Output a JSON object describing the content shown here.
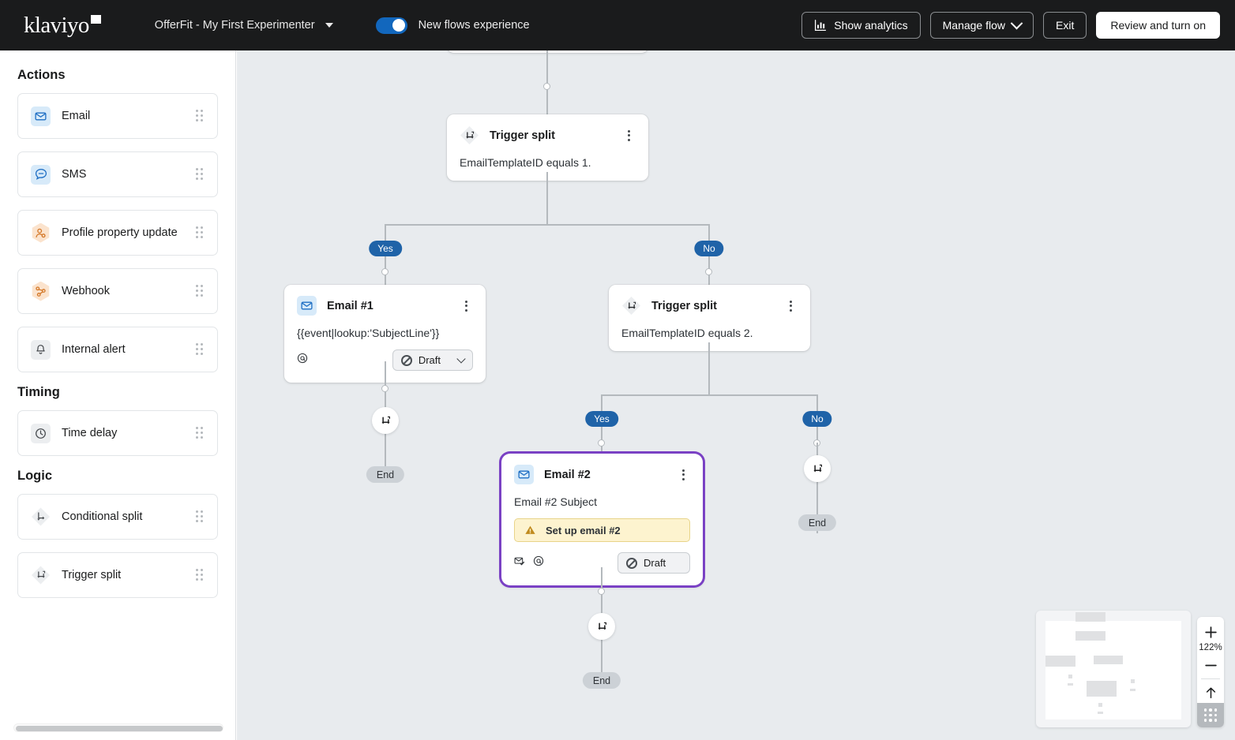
{
  "header": {
    "logo_text": "klaviyo",
    "account_name": "OfferFit - My First Experimenter",
    "toggle_label": "New flows experience",
    "toggle_on": true,
    "show_analytics_label": "Show analytics",
    "manage_flow_label": "Manage flow",
    "exit_label": "Exit",
    "review_label": "Review and turn on",
    "background": "#1a1b1c",
    "accent": "#1267bd"
  },
  "sidebar": {
    "groups": [
      {
        "title": "Actions",
        "items": [
          {
            "label": "Email",
            "icon": "email-icon",
            "icon_style": "sq-blue"
          },
          {
            "label": "SMS",
            "icon": "sms-icon",
            "icon_style": "sq-blue"
          },
          {
            "label": "Profile property update",
            "icon": "profile-property-icon",
            "icon_style": "hex-orange"
          },
          {
            "label": "Webhook",
            "icon": "webhook-icon",
            "icon_style": "hex-orange"
          },
          {
            "label": "Internal alert",
            "icon": "bell-icon",
            "icon_style": "sq-grey"
          }
        ]
      },
      {
        "title": "Timing",
        "items": [
          {
            "label": "Time delay",
            "icon": "clock-icon",
            "icon_style": "sq-grey"
          }
        ]
      },
      {
        "title": "Logic",
        "items": [
          {
            "label": "Conditional split",
            "icon": "conditional-split-icon",
            "icon_style": "dia-grey"
          },
          {
            "label": "Trigger split",
            "icon": "trigger-split-icon",
            "icon_style": "dia-grey"
          }
        ]
      }
    ]
  },
  "canvas": {
    "nodes": {
      "trigger_split_1": {
        "title": "Trigger split",
        "condition": "EmailTemplateID equals 1."
      },
      "email_1": {
        "title": "Email #1",
        "subject": "{{event|lookup:'SubjectLine'}}",
        "status": "Draft"
      },
      "trigger_split_2": {
        "title": "Trigger split",
        "condition": "EmailTemplateID equals 2."
      },
      "email_2": {
        "title": "Email #2",
        "subject": "Email #2 Subject",
        "warning": "Set up email #2",
        "status": "Draft",
        "selected": true,
        "selection_color": "#7a41c4"
      }
    },
    "branch_labels": {
      "yes": "Yes",
      "no": "No"
    },
    "end_label": "End",
    "background": "#e8ebee"
  },
  "zoom_controls": {
    "zoom_level": "122%",
    "zoom_in": "+",
    "zoom_out": "−",
    "fit_view": "fit-view",
    "grid_toggle": "grid-toggle"
  }
}
